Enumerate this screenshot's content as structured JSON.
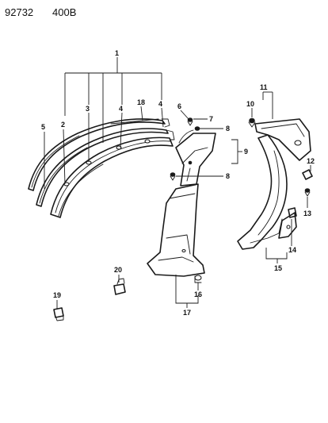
{
  "header": {
    "diagram_number": "92732",
    "diagram_code": "400B"
  },
  "callouts": {
    "c1": "1",
    "c2": "2",
    "c3": "3",
    "c4a": "4",
    "c4b": "4",
    "c5": "5",
    "c6": "6",
    "c7": "7",
    "c8a": "8",
    "c8b": "8",
    "c9": "9",
    "c10": "10",
    "c11": "11",
    "c12": "12",
    "c13": "13",
    "c14": "14",
    "c15": "15",
    "c16": "16",
    "c17": "17",
    "c18": "18",
    "c19": "19",
    "c20": "20"
  }
}
